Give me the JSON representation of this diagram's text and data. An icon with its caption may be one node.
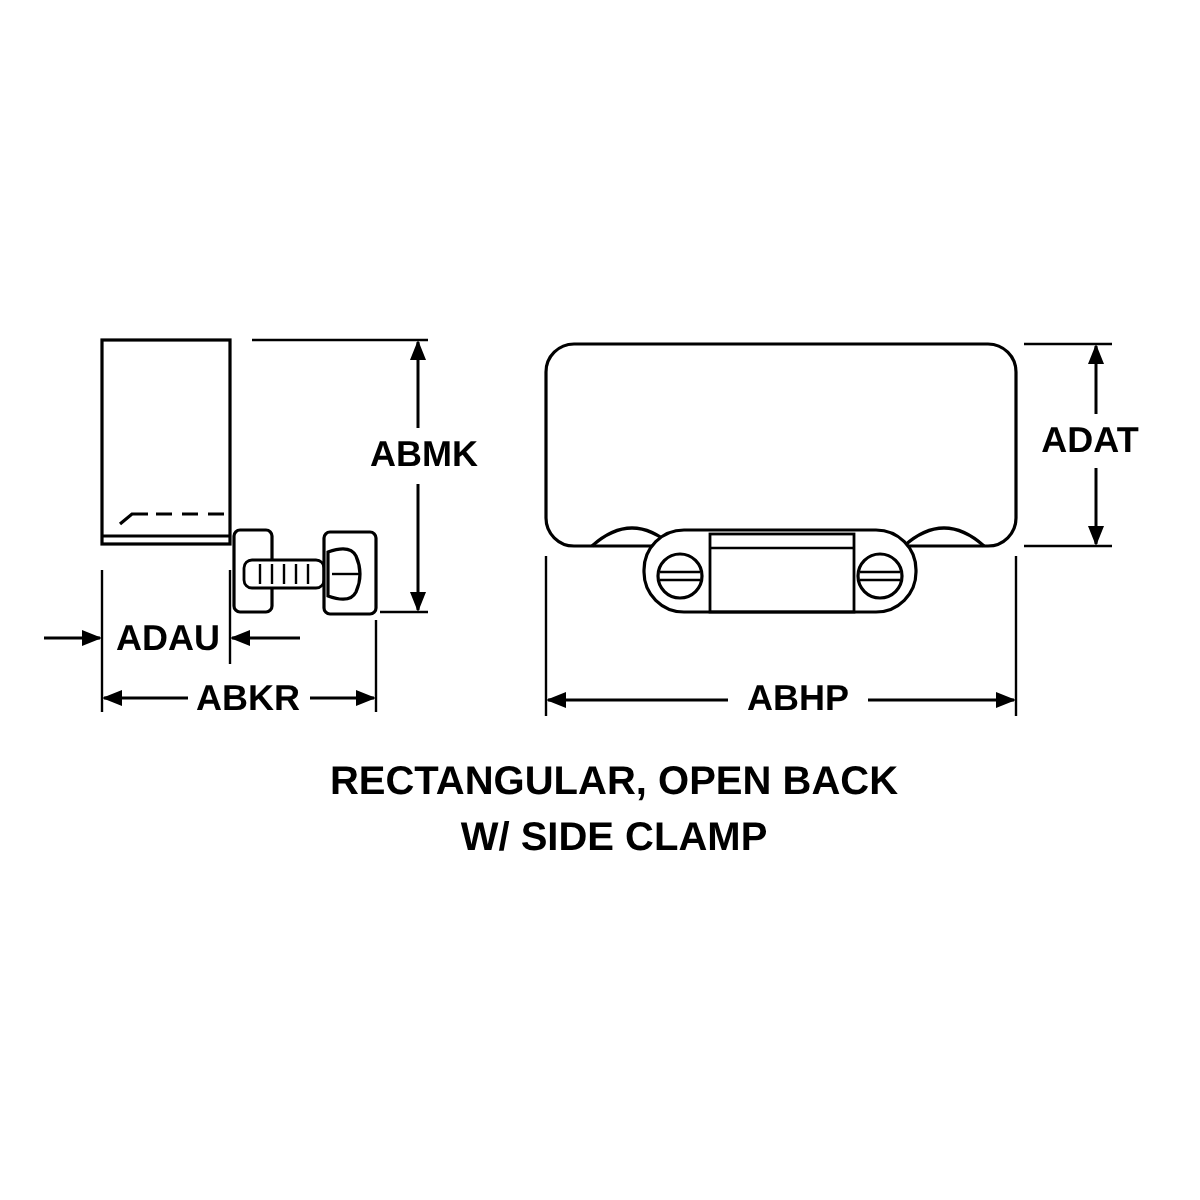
{
  "diagram": {
    "caption": "RECTANGULAR, OPEN BACK W/ SIDE CLAMP",
    "labels": [
      "ABMK",
      "ADAT",
      "ADAU",
      "ABKR",
      "ABHP"
    ]
  }
}
